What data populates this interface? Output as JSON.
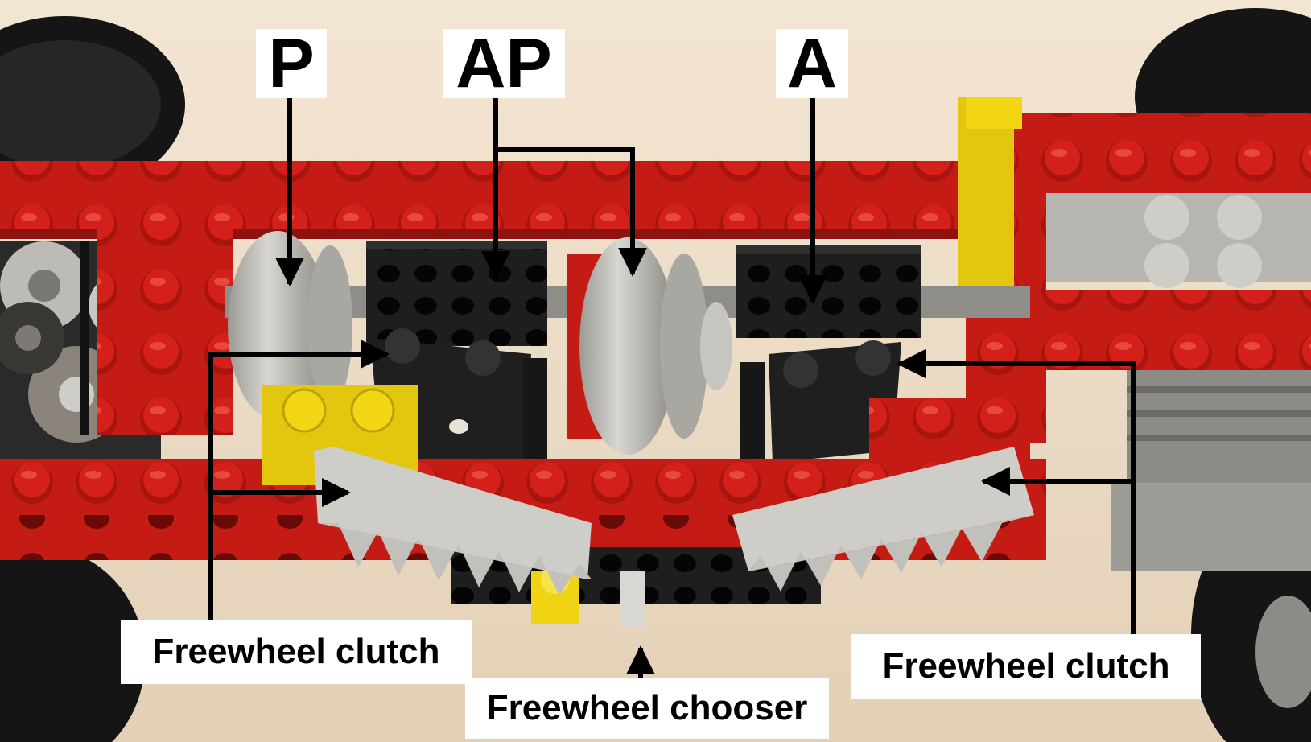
{
  "labels": {
    "p": "P",
    "ap": "AP",
    "a": "A",
    "freewheel_clutch_left": "Freewheel clutch",
    "freewheel_clutch_right": "Freewheel clutch",
    "freewheel_chooser": "Freewheel chooser"
  },
  "colors": {
    "brick_red": "#d3201a",
    "brick_dark_red": "#9e140e",
    "stud_highlight": "#f05a4c",
    "background": "#efe2cf",
    "light_gray": "#c4c2bc",
    "dark_gray": "#6f6d68",
    "black": "#1b1b1b",
    "yellow": "#f3d613",
    "label_bg": "#ffffff",
    "label_text": "#000000"
  },
  "icons": [
    "arrow-head"
  ]
}
